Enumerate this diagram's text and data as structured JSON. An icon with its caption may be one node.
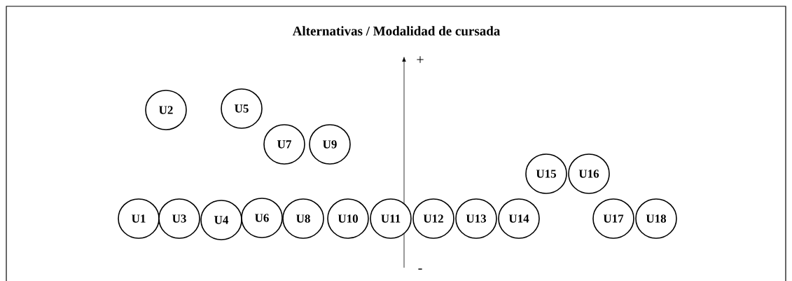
{
  "diagram": {
    "title": "Alternativas / Modalidad de cursada",
    "nodes": [
      {
        "text": [
          "U1"
        ]
      },
      {
        "text": [
          "U2"
        ]
      },
      {
        "text": [
          "U3"
        ]
      },
      {
        "text": [
          "U4"
        ]
      },
      {
        "text": [
          "U5"
        ]
      },
      {
        "text": [
          "U6"
        ]
      },
      {
        "text": [
          "U7"
        ]
      },
      {
        "text": [
          "U8"
        ]
      },
      {
        "text": [
          "U9"
        ]
      },
      {
        "text": [
          "U10"
        ]
      },
      {
        "text": [
          "U11"
        ]
      },
      {
        "text": [
          "U12"
        ]
      },
      {
        "text": [
          "U13"
        ]
      },
      {
        "text": [
          "U14"
        ]
      },
      {
        "text": [
          "U15"
        ]
      },
      {
        "text": [
          "U16"
        ]
      },
      {
        "text": [
          "U17"
        ]
      },
      {
        "text": [
          "U18"
        ]
      }
    ],
    "labels": [
      "+",
      "-"
    ]
  }
}
